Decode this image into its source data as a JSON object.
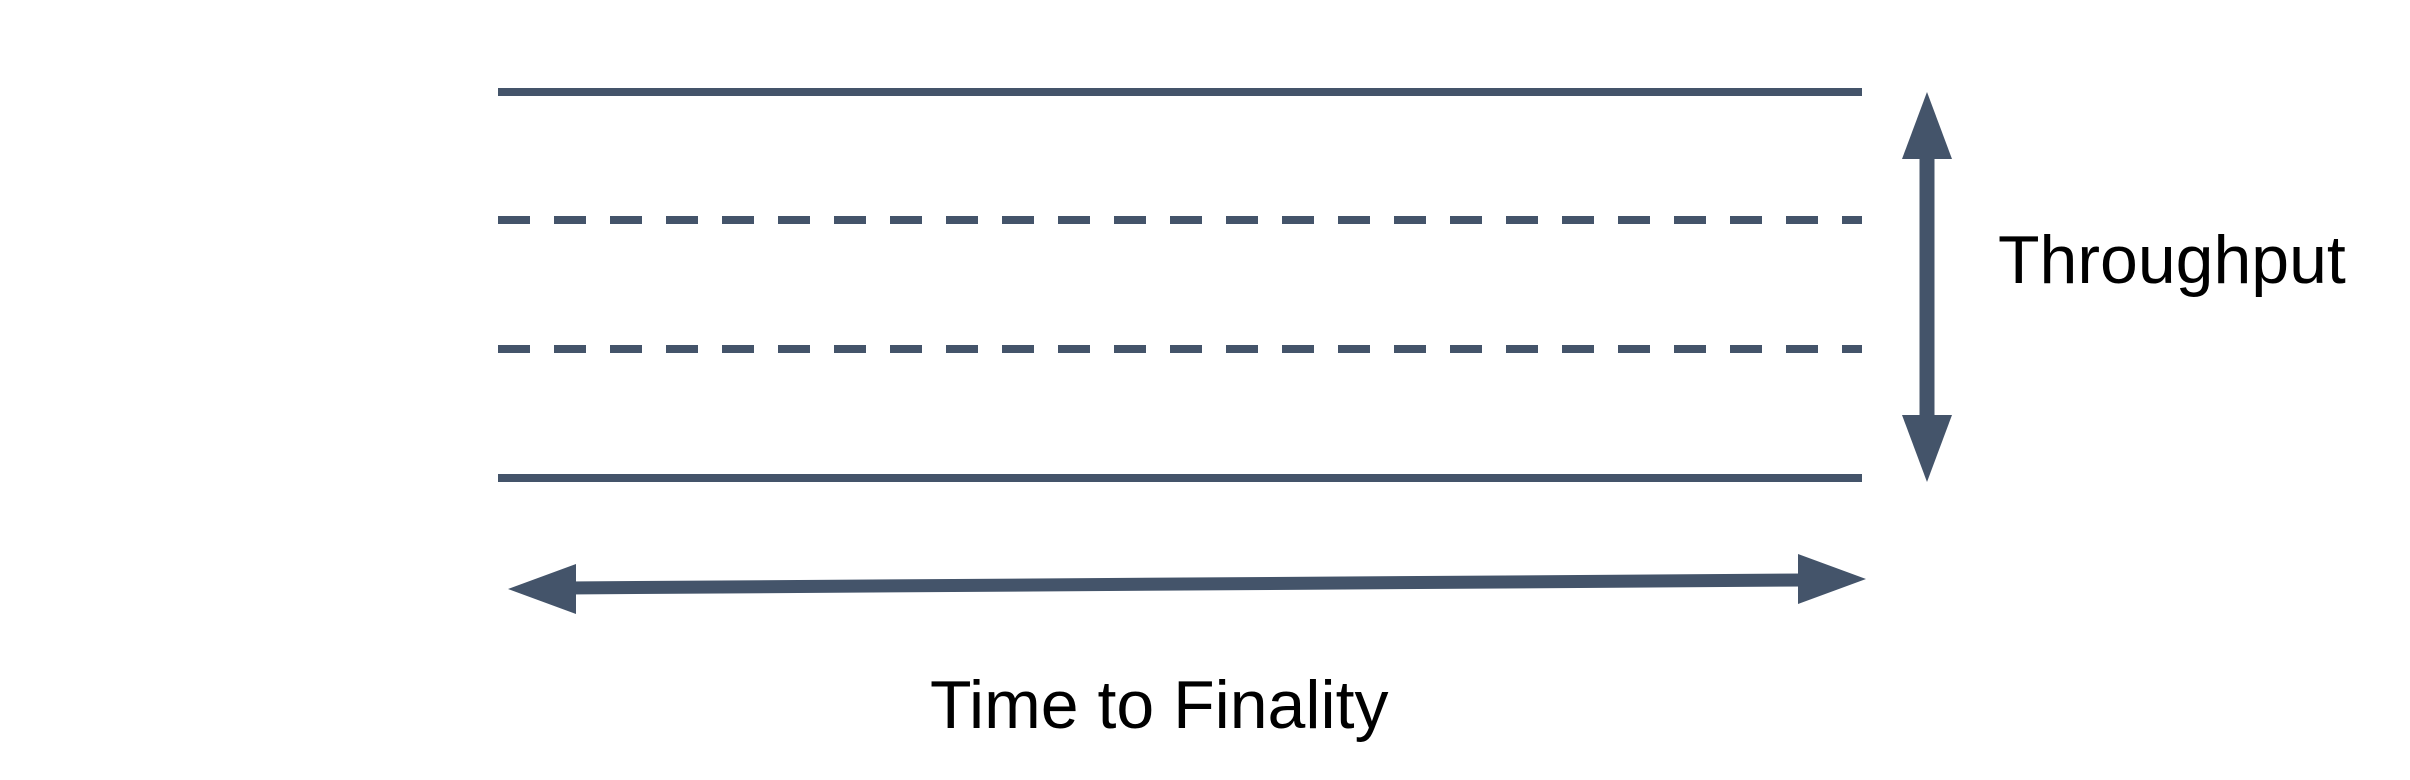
{
  "background": "#ffffff",
  "colors": {
    "shape": "#44546a",
    "label": "#000000"
  },
  "labels": {
    "throughput": "Throughput",
    "time_to_finality": "Time to Finality"
  },
  "diagram": {
    "band_lines": [
      {
        "style": "solid"
      },
      {
        "style": "dashed"
      },
      {
        "style": "dashed"
      },
      {
        "style": "solid"
      }
    ],
    "axes": [
      {
        "label": "Throughput",
        "direction": "vertical",
        "arrow": "double-headed"
      },
      {
        "label": "Time to Finality",
        "direction": "horizontal",
        "arrow": "double-headed"
      }
    ]
  }
}
